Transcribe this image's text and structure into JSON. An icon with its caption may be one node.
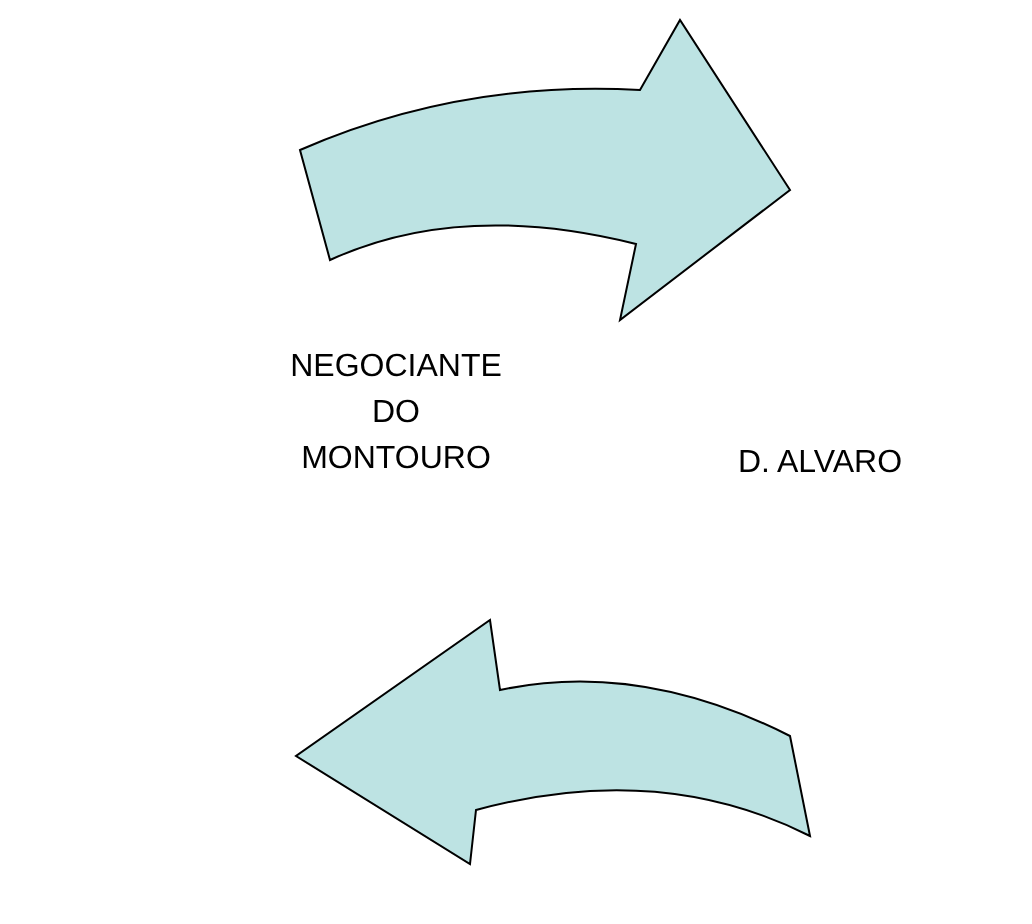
{
  "diagram": {
    "nodes": [
      {
        "text": [
          "NEGOCIANTE DO MONTOURO"
        ]
      },
      {
        "text": [
          "D. ALVARO"
        ]
      }
    ],
    "edges": [
      {
        "from": 0,
        "to": 1,
        "arrow": "to"
      },
      {
        "from": 1,
        "to": 0,
        "arrow": "to"
      }
    ]
  }
}
